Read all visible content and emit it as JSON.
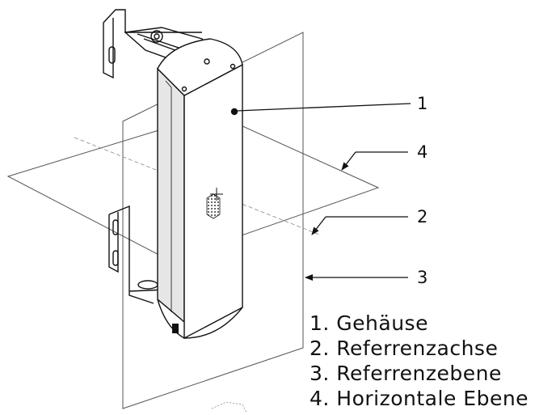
{
  "callouts": [
    "1",
    "4",
    "2",
    "3"
  ],
  "legend": [
    "1. Gehäuse",
    "2. Referrenzachse",
    "3. Referrenzebene",
    "4. Horizontale Ebene"
  ],
  "colors": {
    "line": "#111111",
    "thin_line": "#555555",
    "background": "#ffffff",
    "speaker_shade": "#e6e6e6"
  }
}
